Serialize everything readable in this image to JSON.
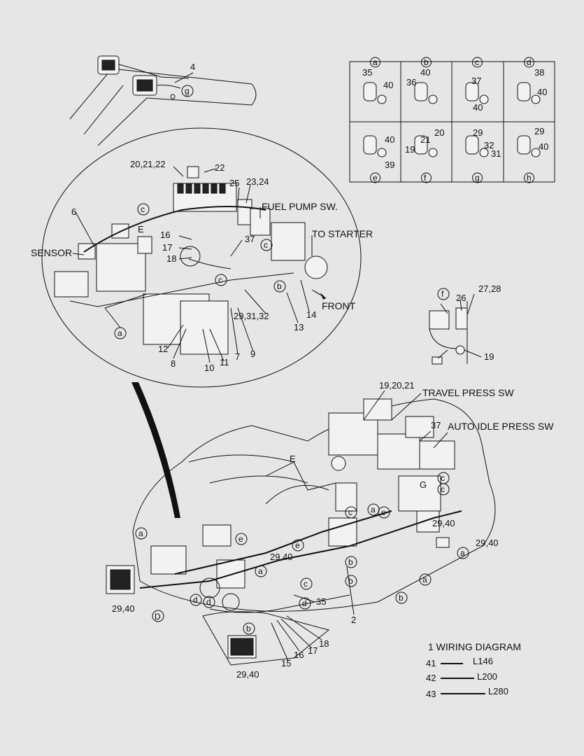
{
  "callouts": {
    "lamp_top": "4",
    "c_20_21_22": "20,21,22",
    "c_22": "22",
    "c_25": "25",
    "c_23_24": "23,24",
    "c_6": "6",
    "c_16": "16",
    "c_17": "17",
    "c_18": "18",
    "c_37": "37",
    "c_12": "12",
    "c_8": "8",
    "c_10": "10",
    "c_11": "11",
    "c_7": "7",
    "c_9": "9",
    "c_29_31_32": "29,31,32",
    "c_13": "13",
    "c_14": "14",
    "c_19_20_21": "19,20,21",
    "c_37b": "37",
    "c_27_28": "27,28",
    "c_26": "26",
    "c_19": "19",
    "c_29_40_a": "29,40",
    "c_29_40_b": "29,40",
    "c_29_40_c": "29,40",
    "c_29_40_d": "29,40",
    "c_29_40_e": "29,40",
    "c_35": "35",
    "c_2": "2",
    "c_18b": "18",
    "c_17b": "17",
    "c_16b": "16",
    "c_15": "15"
  },
  "labels": {
    "fuel_pump": "FUEL PUMP SW.",
    "to_starter": "TO STARTER",
    "sensor": "SENSOR",
    "front": "FRONT",
    "travel_press": "TRAVEL PRESS SW",
    "auto_idle": "AUTO IDLE PRESS SW",
    "E": "E",
    "G": "G",
    "D": "D"
  },
  "detail_grid": {
    "cells": [
      {
        "letter": "a",
        "parts": [
          "35",
          "40"
        ]
      },
      {
        "letter": "b",
        "parts": [
          "36",
          "40"
        ]
      },
      {
        "letter": "c",
        "parts": [
          "37",
          "40"
        ]
      },
      {
        "letter": "d",
        "parts": [
          "38",
          "40"
        ]
      },
      {
        "letter": "e",
        "parts": [
          "40",
          "39"
        ]
      },
      {
        "letter": "f",
        "parts": [
          "19",
          "21",
          "20"
        ]
      },
      {
        "letter": "g",
        "parts": [
          "29",
          "32",
          "31"
        ]
      },
      {
        "letter": "h",
        "parts": [
          "29",
          "40"
        ]
      }
    ]
  },
  "legend": {
    "title": "1  WIRING DIAGRAM",
    "items": [
      {
        "num": "41",
        "code": "L146"
      },
      {
        "num": "42",
        "code": "L200"
      },
      {
        "num": "43",
        "code": "L280"
      }
    ]
  },
  "letter_markers": {
    "g": "g",
    "c": "c",
    "a": "a",
    "b": "b",
    "d": "d",
    "e": "e",
    "f": "f",
    "h": "h"
  }
}
